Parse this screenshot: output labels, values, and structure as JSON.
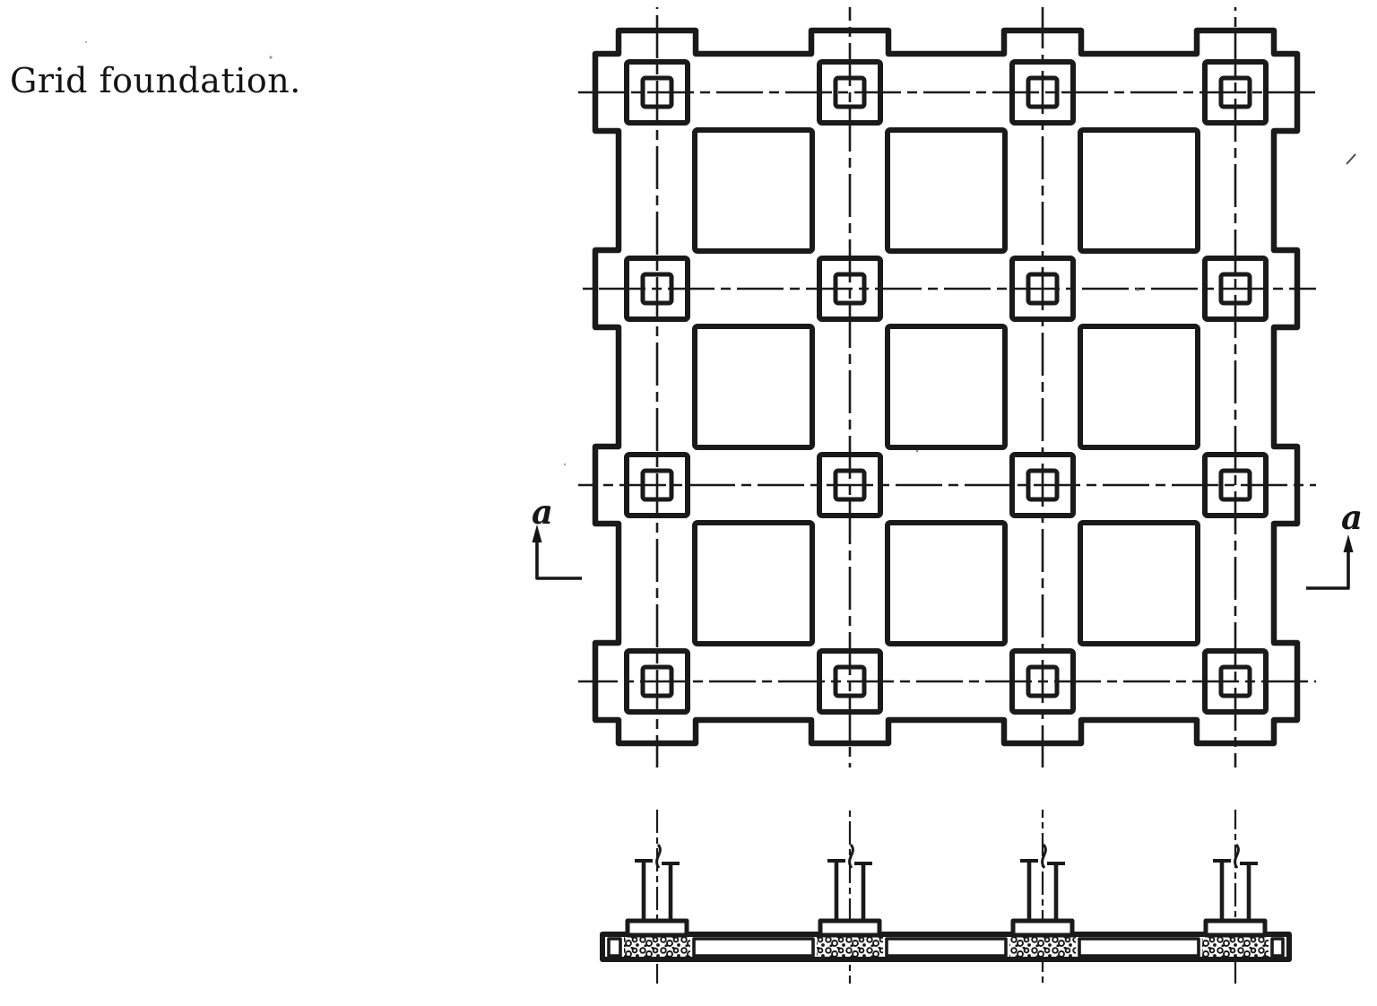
{
  "figure": {
    "title": "Grid foundation.",
    "ink_color": "#1a1a1a",
    "paper_color": "#ffffff",
    "plan": {
      "grid_columns": 4,
      "grid_rows": 4,
      "open_cells_per_side": 3,
      "pads_count": 16
    },
    "section": {
      "columns_count": 4
    },
    "markers": {
      "left": "a",
      "right": "a"
    }
  }
}
